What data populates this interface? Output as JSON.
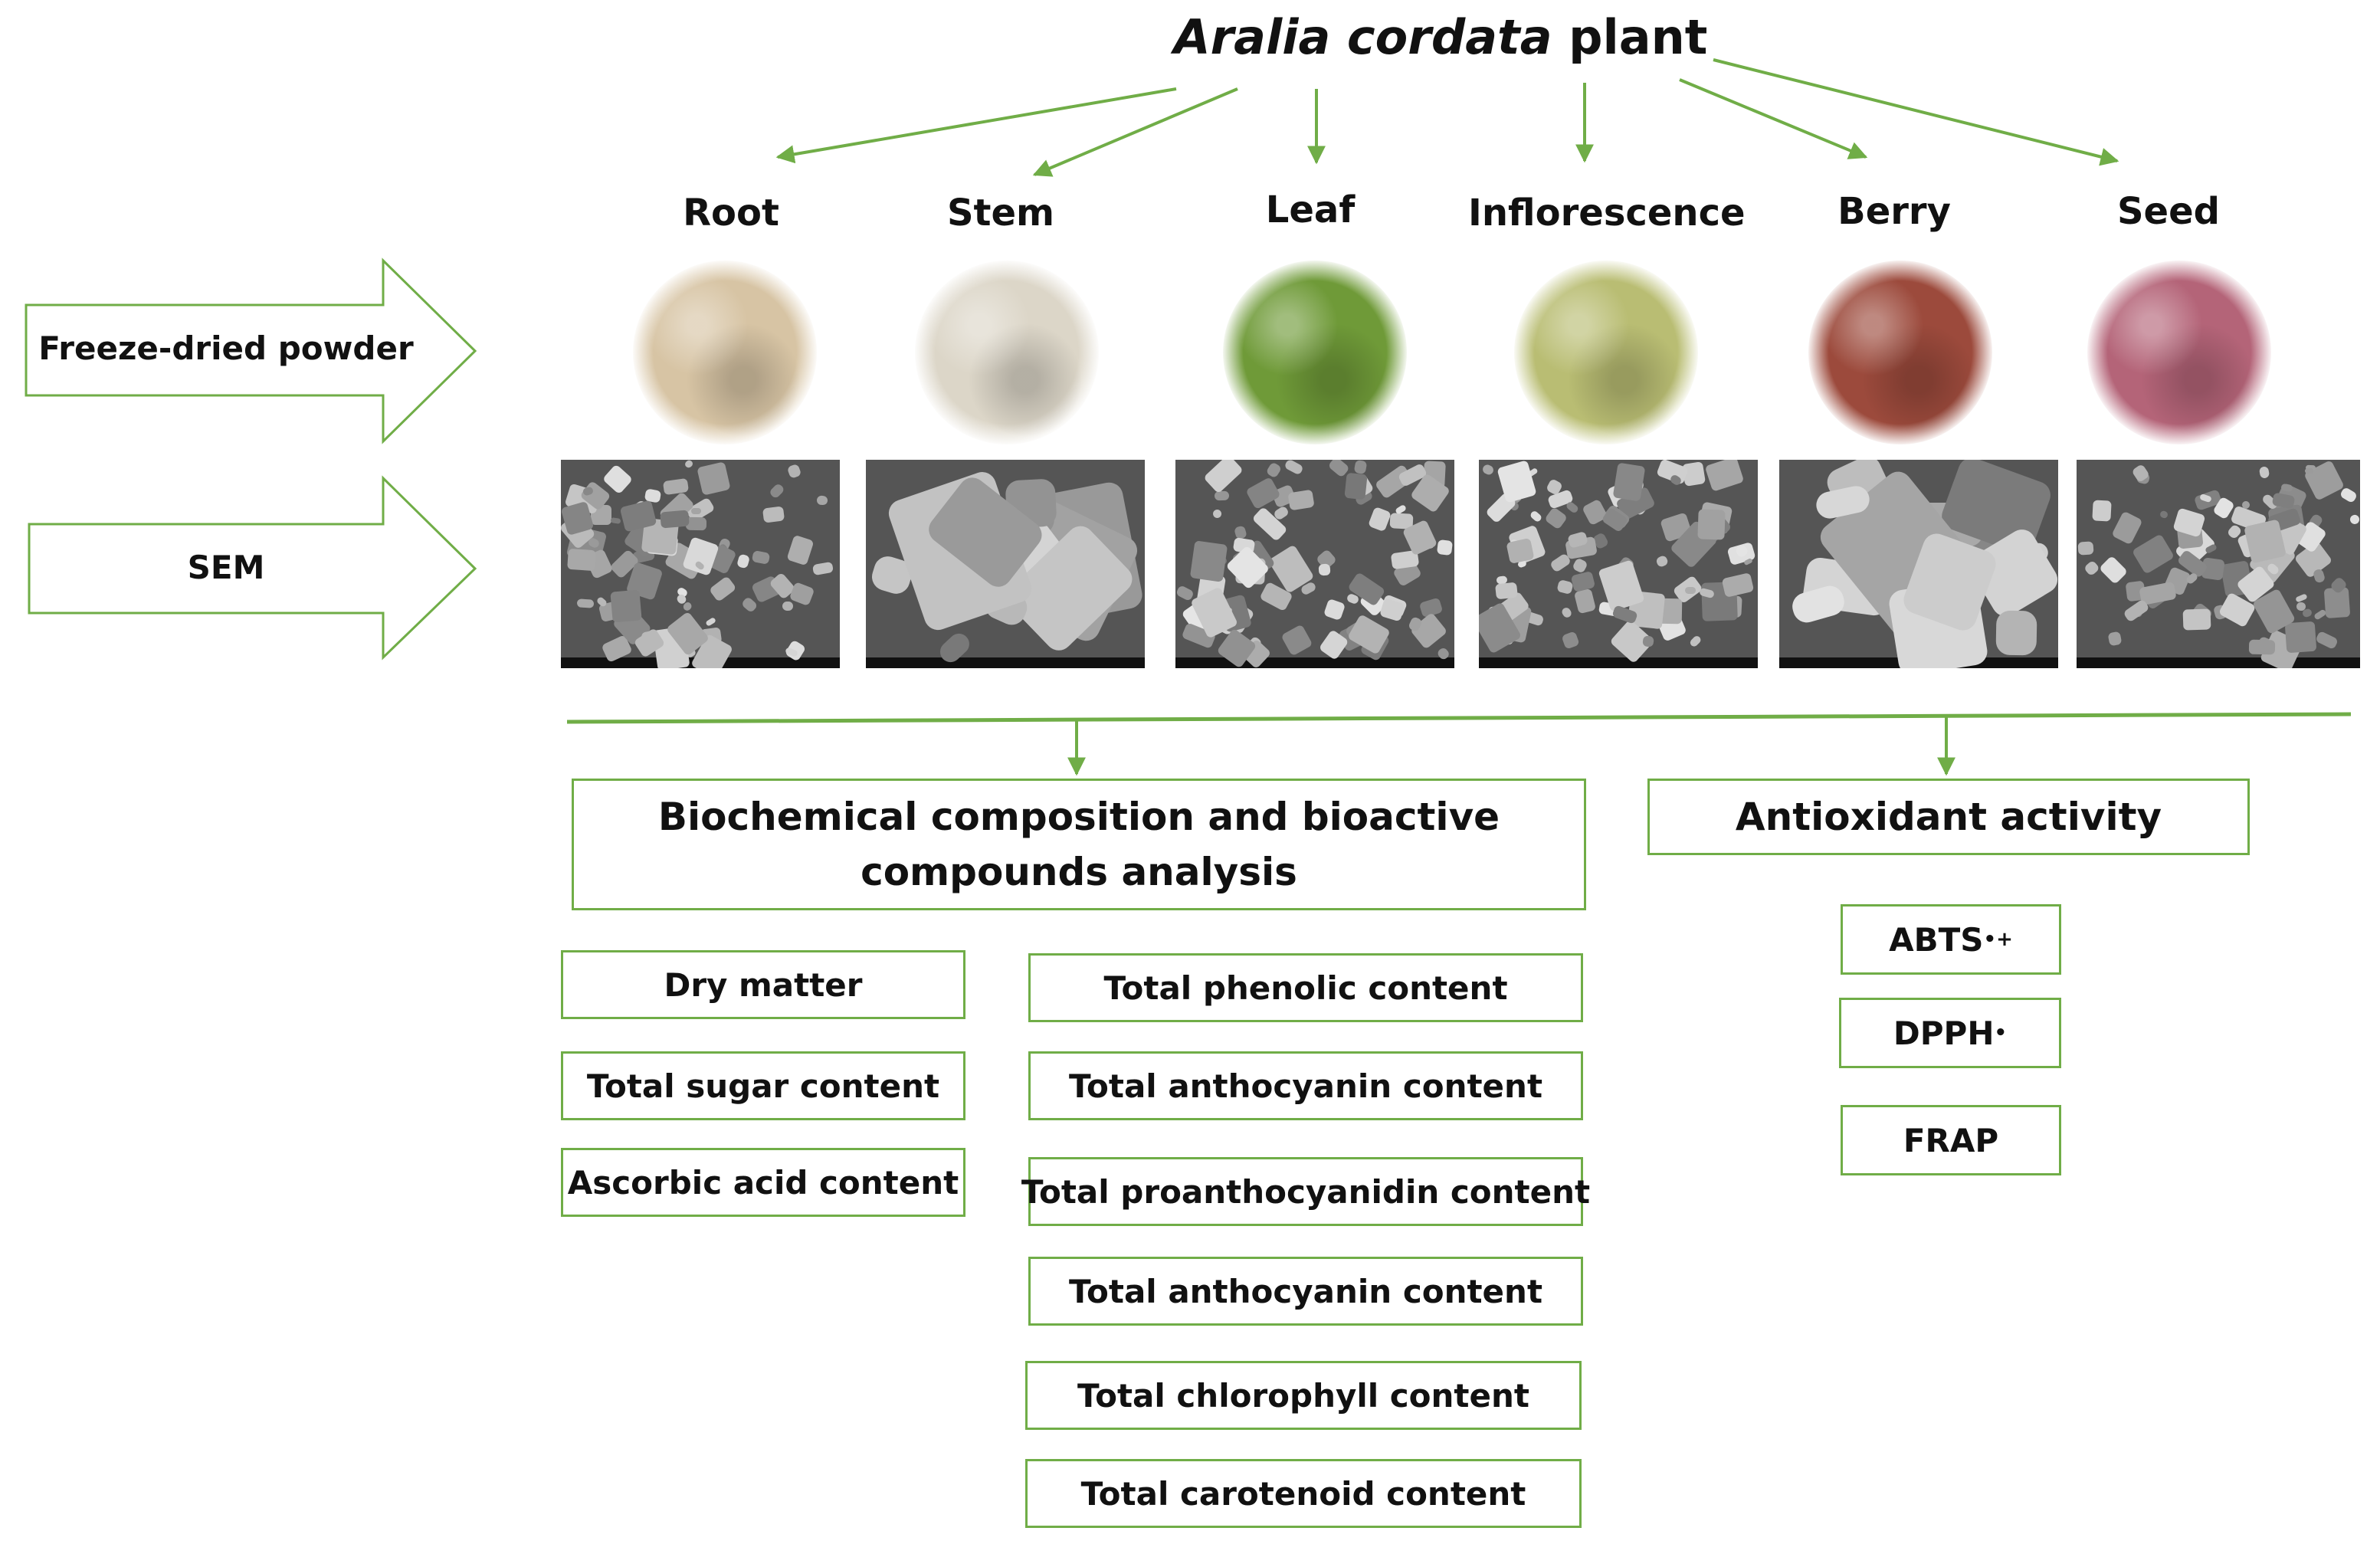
{
  "title": {
    "species": "Aralia cordata",
    "suffix": " plant"
  },
  "plant_parts": [
    "Root",
    "Stem",
    "Leaf",
    "Inflorescence",
    "Berry",
    "Seed"
  ],
  "row_labels": {
    "powder": "Freeze-dried powder",
    "sem": "SEM"
  },
  "powder_colors": [
    "#d7c4a4",
    "#dcd6c8",
    "#6f9a38",
    "#b9bd73",
    "#9c4a3c",
    "#b46478"
  ],
  "biochem": {
    "heading": "Biochemical composition and bioactive compounds analysis",
    "left_items": [
      "Dry matter",
      "Total sugar content",
      "Ascorbic acid content"
    ],
    "right_items": [
      "Total phenolic content",
      "Total anthocyanin content",
      "Total proanthocyanidin content",
      "Total anthocyanin content",
      "Total chlorophyll content",
      "Total carotenoid content"
    ]
  },
  "antioxidant": {
    "heading": "Antioxidant activity",
    "assays": [
      {
        "name": "ABTS",
        "sup": "•+"
      },
      {
        "name": "DPPH",
        "sup": "•"
      },
      {
        "name": "FRAP",
        "sup": ""
      }
    ]
  },
  "accent_color": "#70ad47"
}
